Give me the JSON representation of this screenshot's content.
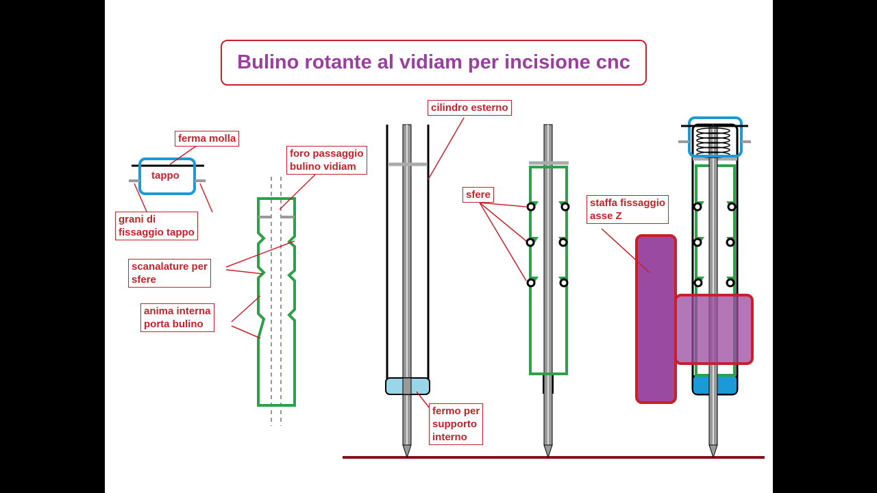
{
  "title": "Bulino rotante al vidiam per incisione cnc",
  "labels": {
    "ferma_molla": "ferma molla",
    "tappo": "tappo",
    "grani": "grani di\nfissaggio tappo",
    "foro": "foro passaggio\nbulino vidiam",
    "scanalature": "scanalature per\nsfere",
    "anima": "anima interna\nporta bulino",
    "cilindro": "cilindro esterno",
    "sfere": "sfere",
    "staffa": "staffa fissaggio\nasse Z",
    "fermo": "fermo per\nsupporto\ninterno"
  },
  "colors": {
    "label_red": "#c8202a",
    "title_purple": "#9a3fa0",
    "core_green": "#2ca14a",
    "cap_blue": "#1c9ad6",
    "clamp_purple": "#9a4aa0",
    "ground": "#8a1020"
  }
}
